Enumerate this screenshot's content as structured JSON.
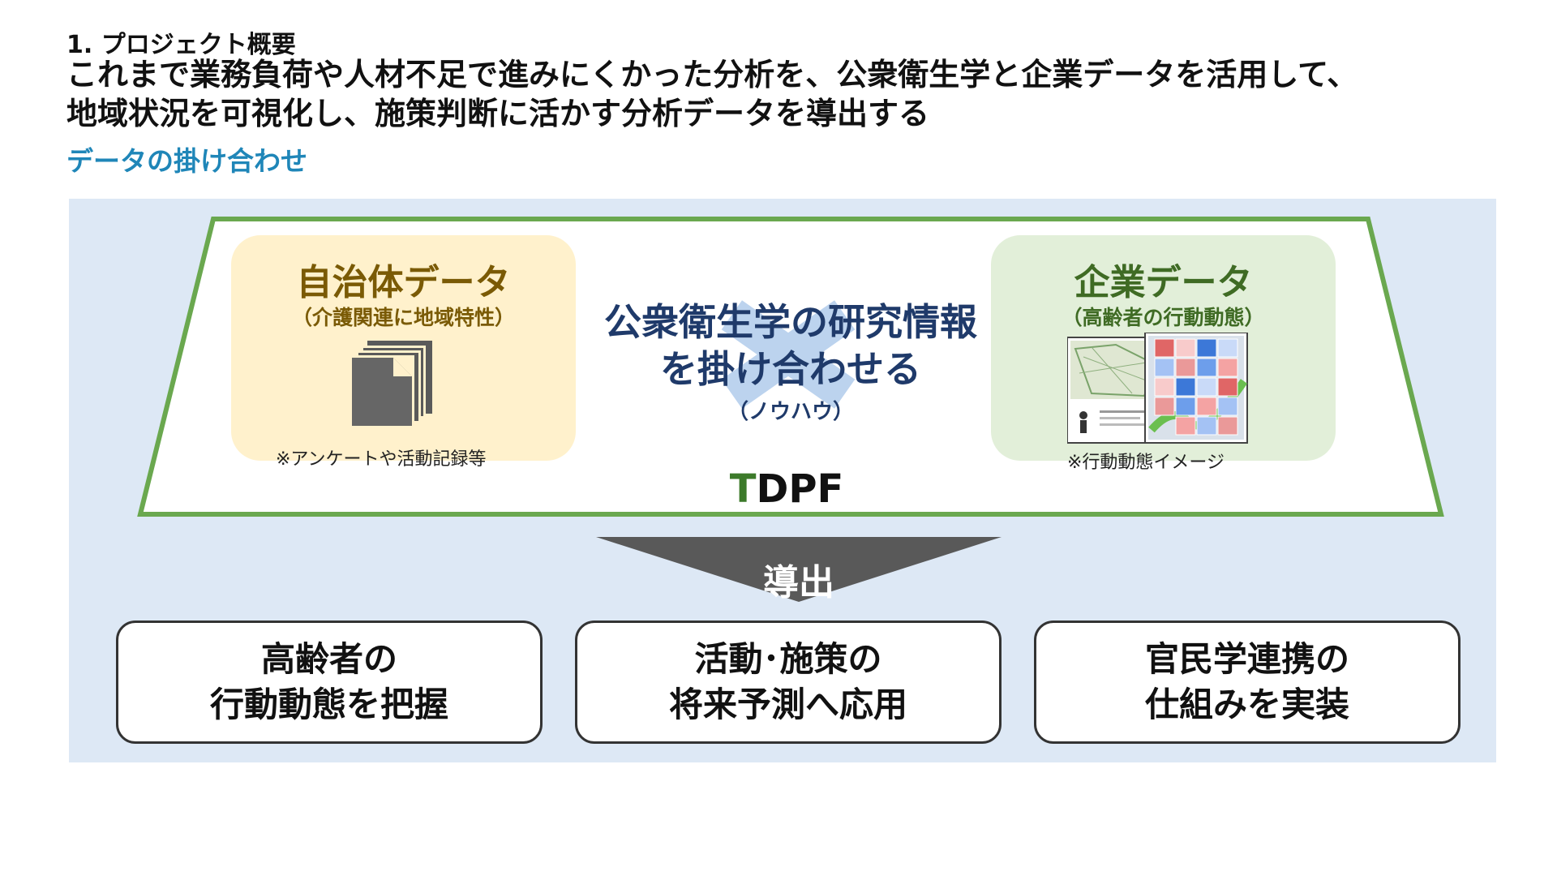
{
  "header": {
    "section_label": "1. プロジェクト概要",
    "headline_line1": "これまで業務負荷や人材不足で進みにくかった分析を、公衆衛生学と企業データを活用して、",
    "headline_line2": "地域状況を可視化し、施策判断に活かす分析データを導出する",
    "subheading": "データの掛け合わせ"
  },
  "diagram": {
    "municipal": {
      "title": "自治体データ",
      "subtitle": "（介護関連に地域特性）",
      "note": "※アンケートや活動記録等",
      "icon": "documents-icon"
    },
    "center": {
      "line1": "公衆衛生学の研究情報",
      "line2": "を掛け合わせる",
      "note": "（ノウハウ）",
      "icon": "cross-icon"
    },
    "corporate": {
      "title": "企業データ",
      "subtitle": "（高齢者の行動動態）",
      "note": "※行動動態イメージ",
      "icon": "map-heatmap-image"
    },
    "platform": {
      "prefix": "T",
      "rest": "DPF"
    },
    "derive_label": "導出"
  },
  "outcomes": [
    {
      "line1": "高齢者の",
      "line2": "行動動態を把握"
    },
    {
      "line1": "活動･施策の",
      "line2": "将来予測へ応用"
    },
    {
      "line1": "官民学連携の",
      "line2": "仕組みを実装"
    }
  ],
  "colors": {
    "accent_blue": "#1f86b8",
    "panel_bg": "#dde8f5",
    "frame_green": "#6aa84f",
    "municipal_bg": "#fff1cc",
    "corporate_bg": "#e2efd9",
    "center_text": "#1f3a6a",
    "arrow_gray": "#595959"
  }
}
